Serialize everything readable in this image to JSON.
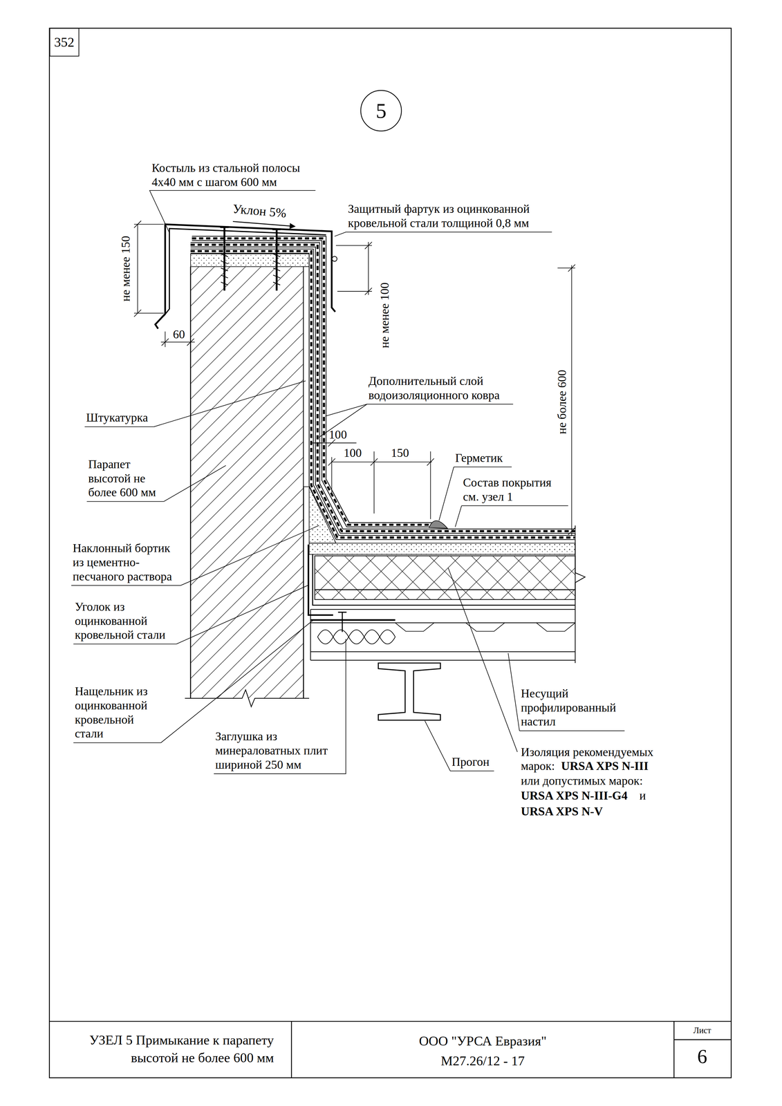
{
  "diagram": {
    "nodes": [
      {
        "text": [
          "352"
        ]
      },
      {
        "text": [
          "5"
        ]
      }
    ],
    "labels": [
      "Костыль из стальной полосы 4х40 мм с шагом 600 мм",
      "Уклон 5%",
      "Защитный фартук из оцинкованной кровельной стали толщиной 0,8 мм",
      "не менее 150",
      "60",
      "не менее 100",
      "не более 600",
      "Дополнительный слой водоизоляционного ковра",
      "Штукатурка",
      "Парапет высотой не более 600 мм",
      "100",
      "100",
      "150",
      "Герметик",
      "Состав покрытия см. узел 1",
      "Наклонный бортик из цементно-песчаного раствора",
      "Уголок из оцинкованной кровельной стали",
      "Нащельник из оцинкованной кровельной стали",
      "Заглушка из минераловатных плит шириной 250 мм",
      "Прогон",
      "Несущий профилированный настил",
      "Изоляция рекомендуемых",
      "марок:",
      "URSA XPS N-III",
      "или допустимых марок:",
      "URSA XPS N-III-G4",
      "и",
      "URSA XPS N-V",
      "УЗЕЛ 5 Примыкание к парапету высотой не более 600 мм",
      "ООО \"УРСА Евразия\" М27.26/12 - 17",
      "Лист",
      "6"
    ]
  }
}
